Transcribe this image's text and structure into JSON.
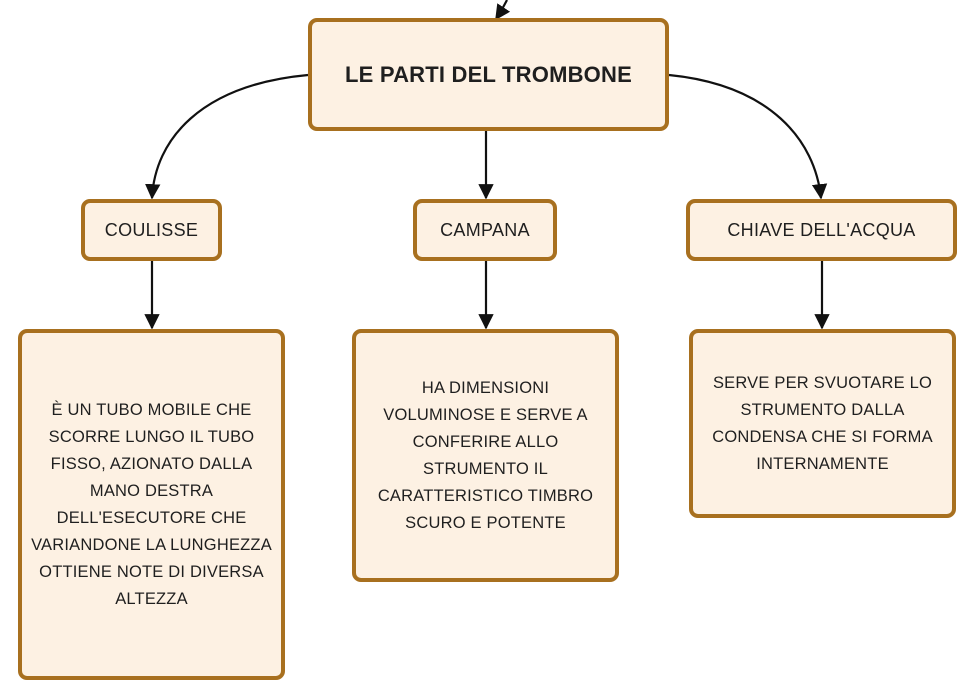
{
  "root": {
    "title": "LE PARTI DEL TROMBONE"
  },
  "branches": [
    {
      "label": "COULISSE",
      "description": "È UN TUBO MOBILE CHE SCORRE LUNGO IL TUBO FISSO, AZIONATO DALLA MANO DESTRA DELL'ESECUTORE CHE VARIANDONE LA LUNGHEZZA OTTIENE NOTE DI DIVERSA ALTEZZA"
    },
    {
      "label": "CAMPANA",
      "description": "HA DIMENSIONI VOLUMINOSE E SERVE A CONFERIRE ALLO STRUMENTO IL CARATTERISTICO TIMBRO SCURO E POTENTE"
    },
    {
      "label": "CHIAVE DELL'ACQUA",
      "description": "SERVE PER SVUOTARE LO STRUMENTO DALLA CONDENSA CHE SI FORMA INTERNAMENTE"
    }
  ],
  "colors": {
    "node_fill": "#fdf1e3",
    "node_border": "#a8701f",
    "connector": "#111111",
    "text": "#1f1f1f"
  }
}
